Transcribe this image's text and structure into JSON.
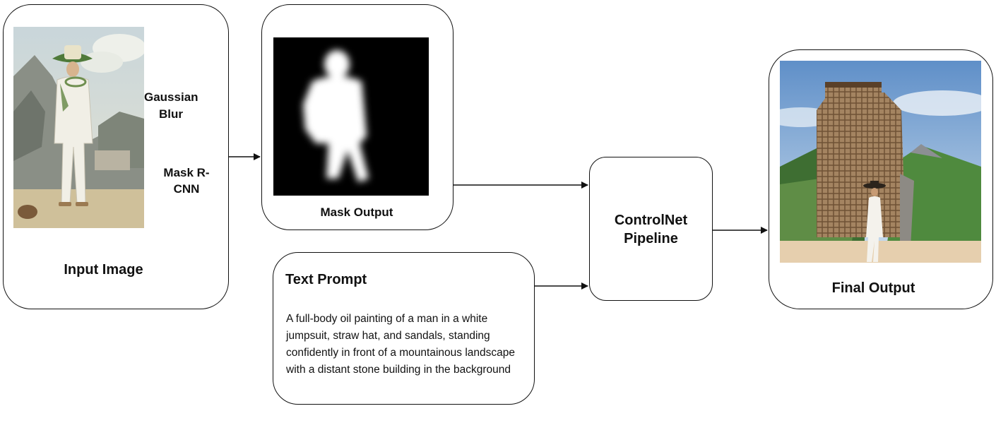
{
  "input": {
    "title": "Input Image",
    "step1": "Gaussian Blur",
    "step2_line1": "Mask R-",
    "step2_line2": "CNN"
  },
  "mask": {
    "title": "Mask Output"
  },
  "prompt": {
    "title": "Text Prompt",
    "text": "A full-body oil painting of a man in a white jumpsuit, straw hat, and sandals, standing confidently in front of a mountainous landscape with a distant stone building in the background"
  },
  "pipeline": {
    "line1": "ControlNet",
    "line2": "Pipeline"
  },
  "final": {
    "title": "Final Output"
  }
}
